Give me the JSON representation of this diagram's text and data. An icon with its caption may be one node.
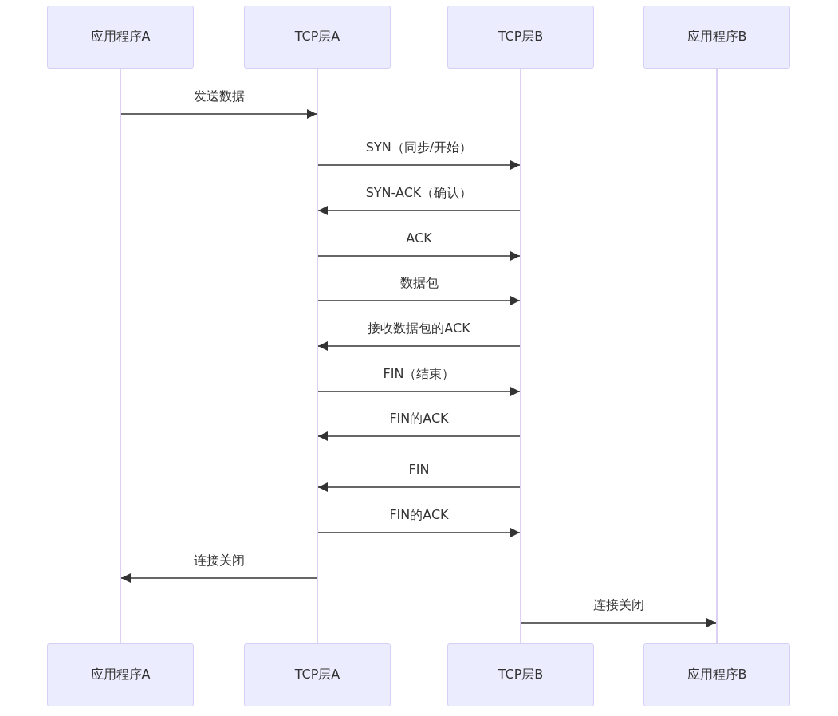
{
  "diagram": {
    "nodes": [
      {
        "text": [
          "应用程序A"
        ]
      },
      {
        "text": [
          "TCP层A"
        ]
      },
      {
        "text": [
          "TCP层B"
        ]
      },
      {
        "text": [
          "应用程序B"
        ]
      },
      {
        "text": [],
        "shape": "bar"
      },
      {
        "text": [],
        "shape": "bar"
      },
      {
        "text": [],
        "shape": "bar"
      },
      {
        "text": [],
        "shape": "bar"
      },
      {
        "text": [
          "应用程序A"
        ]
      },
      {
        "text": [
          "TCP层A"
        ]
      },
      {
        "text": [
          "TCP层B"
        ]
      },
      {
        "text": [
          "应用程序B"
        ]
      }
    ],
    "edges": [
      {
        "from": 4,
        "to": 5,
        "arrow": "to",
        "label": "发送数据"
      },
      {
        "from": 5,
        "to": 6,
        "arrow": "to",
        "label": "SYN（同步/开始）"
      },
      {
        "from": 6,
        "to": 5,
        "arrow": "to",
        "label": "SYN-ACK（确认）"
      },
      {
        "from": 5,
        "to": 6,
        "arrow": "to",
        "label": "ACK"
      },
      {
        "from": 5,
        "to": 6,
        "arrow": "to",
        "label": "数据包"
      },
      {
        "from": 6,
        "to": 5,
        "arrow": "to",
        "label": "接收数据包的ACK"
      },
      {
        "from": 5,
        "to": 6,
        "arrow": "to",
        "label": "FIN（结束）"
      },
      {
        "from": 6,
        "to": 5,
        "arrow": "to",
        "label": "FIN的ACK"
      },
      {
        "from": 6,
        "to": 5,
        "arrow": "to",
        "label": "FIN"
      },
      {
        "from": 5,
        "to": 6,
        "arrow": "to",
        "label": "FIN的ACK"
      },
      {
        "from": 5,
        "to": 4,
        "arrow": "to",
        "label": "连接关闭"
      },
      {
        "from": 6,
        "to": 7,
        "arrow": "to",
        "label": "连接关闭"
      }
    ]
  }
}
